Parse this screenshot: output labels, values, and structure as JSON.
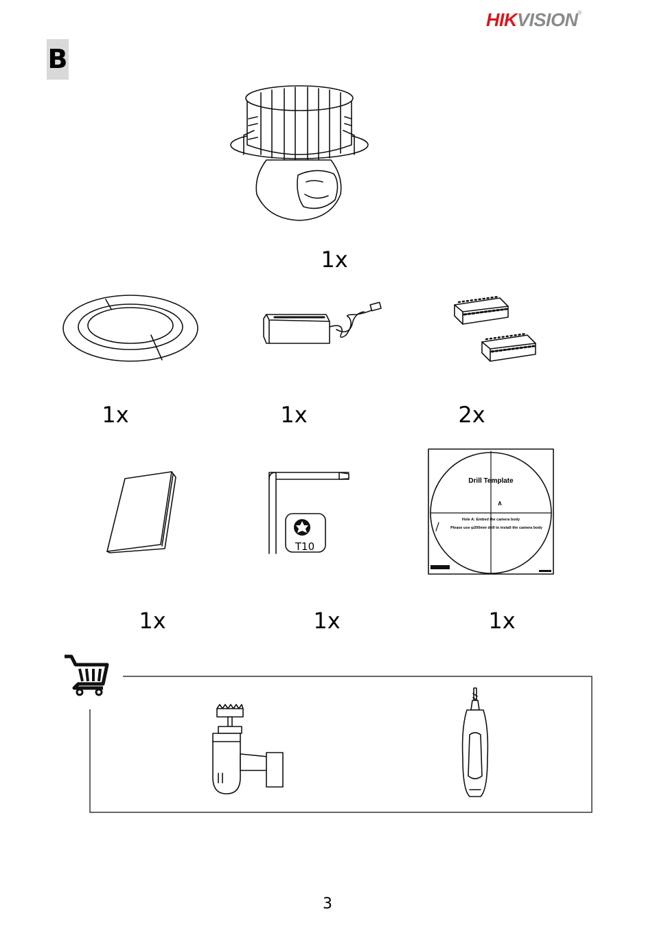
{
  "header": {
    "logo_red": "HIK",
    "logo_grey": "VISION",
    "logo_mark": "®",
    "section_letter": "B"
  },
  "items": {
    "camera": {
      "icon": "ptz-dome-camera-icon",
      "qty": "1x"
    },
    "trim_ring": {
      "icon": "trim-ring-icon",
      "qty": "1x"
    },
    "power_adapter": {
      "icon": "power-adapter-icon",
      "qty": "1x"
    },
    "terminal_blocks": {
      "icon": "terminal-block-icon",
      "qty": "2x"
    },
    "manual": {
      "icon": "manual-booklet-icon",
      "qty": "1x"
    },
    "torx_wrench": {
      "icon": "torx-wrench-icon",
      "qty": "1x",
      "label": "T10"
    },
    "drill_template": {
      "icon": "drill-template-icon",
      "qty": "1x",
      "title": "Drill Template",
      "hole_letter": "A",
      "line1": "Hole A: Embed the camera body",
      "line2": "Please use φ200mm drill to install the camera body"
    }
  },
  "purchase": {
    "cart_icon": "shopping-cart-icon",
    "tools": [
      {
        "icon": "hole-saw-drill-icon"
      },
      {
        "icon": "screwdriver-icon"
      }
    ]
  },
  "footer": {
    "page_number": "3"
  }
}
